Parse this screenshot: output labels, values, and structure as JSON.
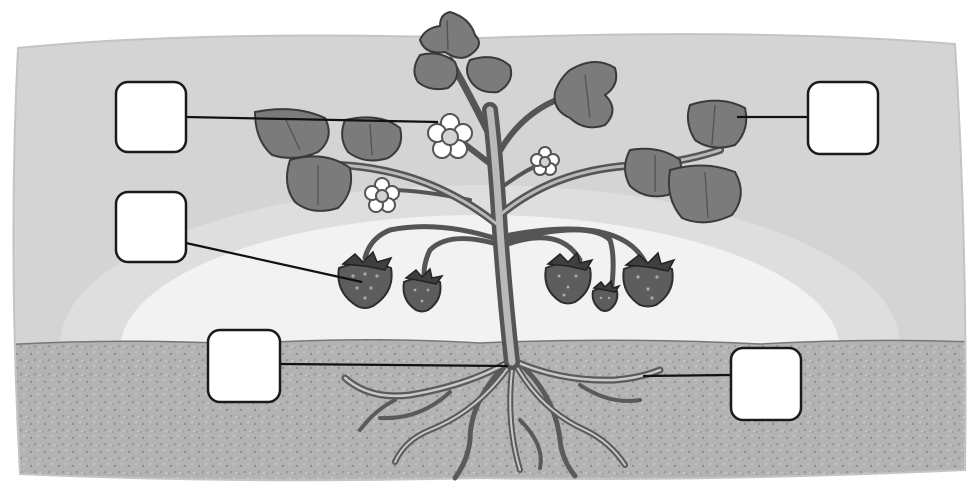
{
  "diagram": {
    "labels": [
      {
        "id": "flower",
        "text": ""
      },
      {
        "id": "fruit",
        "text": ""
      },
      {
        "id": "stem",
        "text": ""
      },
      {
        "id": "leaf",
        "text": ""
      },
      {
        "id": "roots",
        "text": ""
      }
    ]
  },
  "colors": {
    "sky": "#d4d4d4",
    "sky_halo": "#e9e9e9",
    "soil": "#b3b3b3",
    "leaf": "#7b7b7b",
    "fruit": "#5d5d5d",
    "petal": "#ffffff"
  }
}
